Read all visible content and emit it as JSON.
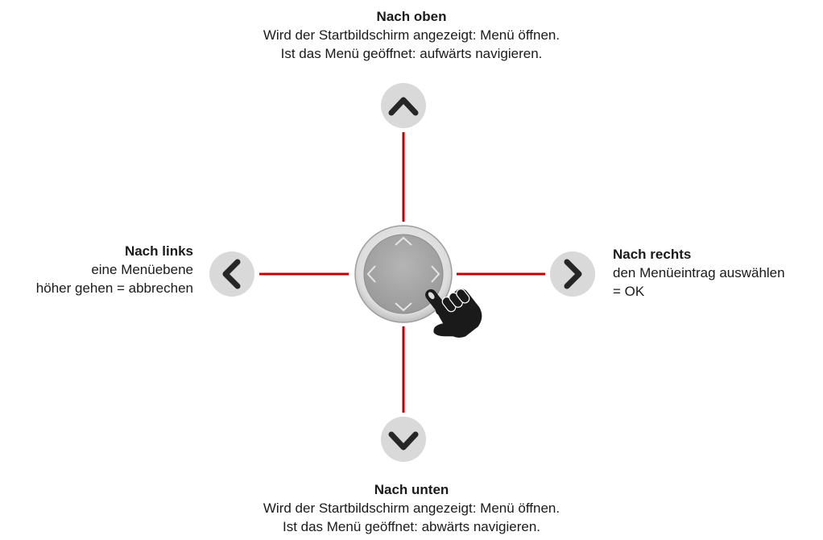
{
  "directions": {
    "up": {
      "title": "Nach oben",
      "line1": "Wird der Startbildschirm angezeigt: Menü öffnen.",
      "line2": "Ist das Menü geöffnet: aufwärts navigieren."
    },
    "down": {
      "title": "Nach unten",
      "line1": "Wird der Startbildschirm angezeigt: Menü öffnen.",
      "line2": "Ist das Menü geöffnet: abwärts navigieren."
    },
    "left": {
      "title": "Nach links",
      "line1": "eine Menüebene",
      "line2": "höher gehen = abbrechen"
    },
    "right": {
      "title": "Nach rechts",
      "line1": "den Menüeintrag auswählen",
      "line2": "= OK"
    }
  },
  "icons": {
    "up": "chevron-up-icon",
    "down": "chevron-down-icon",
    "left": "chevron-left-icon",
    "right": "chevron-right-icon",
    "pointer": "pointing-hand-icon"
  },
  "colors": {
    "connector": "#c00000",
    "button_fill": "#d9d9d9",
    "chevron": "#262626",
    "pad_rim": "#e0e0e0",
    "pad_center": "#a6a6a6"
  }
}
